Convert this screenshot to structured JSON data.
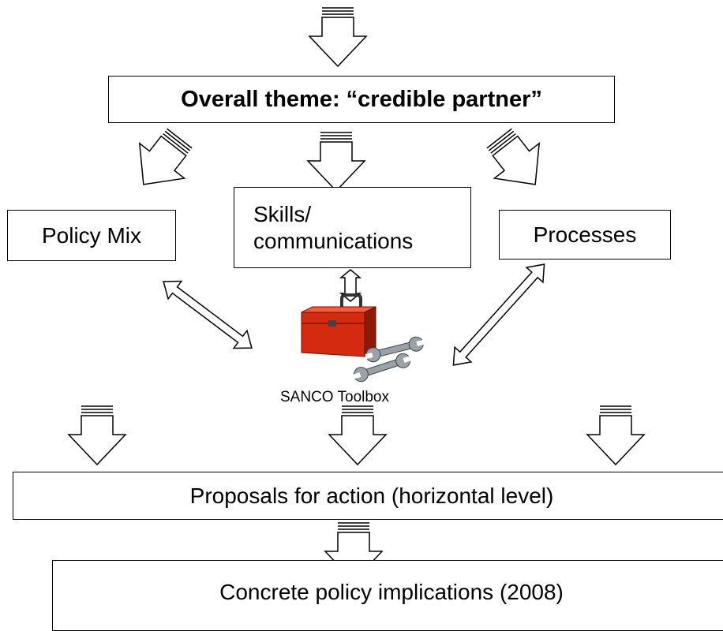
{
  "diagram": {
    "theme": "Overall theme: “credible partner”",
    "policy_mix": "Policy Mix",
    "skills_line1": "Skills/",
    "skills_line2": "communications",
    "processes": "Processes",
    "toolbox_label": "SANCO Toolbox",
    "proposals": "Proposals for action (horizontal level)",
    "concrete": "Concrete policy implications (2008)"
  },
  "icons": [
    "block-arrow-icon",
    "double-arrow-icon",
    "toolbox-icon",
    "wrench-icon"
  ],
  "colors": {
    "toolbox_red": "#d42a10",
    "wrench_grey": "#9aa1a8"
  }
}
